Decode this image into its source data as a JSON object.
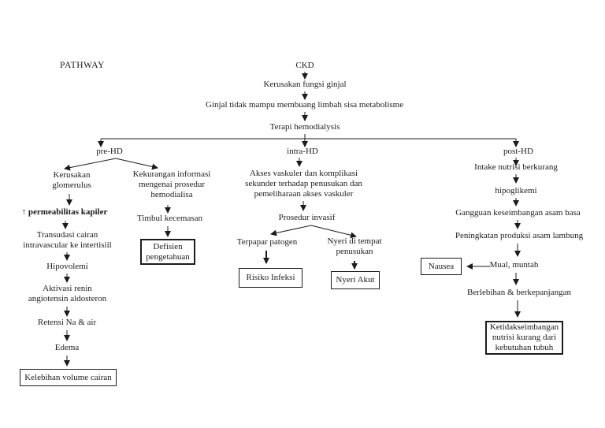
{
  "page": {
    "title": "PATHWAY",
    "background": "#ffffff",
    "ink_color": "#1c1c1c"
  },
  "nodes": {
    "ckd": "CKD",
    "kerusakan_fungsi_ginjal": "Kerusakan fungsi ginjal",
    "ginjal_tidak_mampu": "Ginjal tidak mampu membuang limbah sisa metabolisme",
    "terapi_hemodialysis": "Terapi hemodialysis",
    "pre_hd": "pre-HD",
    "intra_hd": "intra-HD",
    "post_hd": "post-HD",
    "kerusakan_glomerulus": "Kerusakan glomerulus",
    "permeabilitas_kapiler": "↑ permeabilitas kapiler",
    "transudasi_cairan": "Transudasi cairan intravascular ke intertisiil",
    "hipovolemi": "Hipovolemi",
    "aktivasi_renin": "Aktivasi renin angiotensin aldosteron",
    "retensi_na_air": "Retensi Na & air",
    "edema": "Edema",
    "kelebihan_volume_cairan": "Kelebihan volume cairan",
    "kekurangan_informasi": "Kekurangan informasi mengenai prosedur hemodialisa",
    "timbul_kecemasan": "Timbul kecemasan",
    "defisien_pengetahuan": "Defisien pengetahuan",
    "akses_vaskuler": "Akses vaskuler dan komplikasi sekunder terhadap penusukan dan pemeliharaan akses vaskuler",
    "prosedur_invasif": "Prosedur invasif",
    "terpapar_patogen": "Terpapar patogen",
    "risiko_infeksi": "Risiko Infeksi",
    "nyeri_di_tempat_penusukan": "Nyeri di tempat penusukan",
    "nyeri_akut": "Nyeri Akut",
    "intake_nutrisi_berkurang": "Intake nutrisi berkurang",
    "hipoglikemi": "hipoglikemi",
    "gangguan_keseimbangan": "Gangguan keseimbangan asam basa",
    "peningkatan_produksi": "Peningkatan produksi asam lambung",
    "nausea": "Nausea",
    "mual_muntah": "Mual, muntah",
    "berlebihan_berkepanjangan": "Berlebihan & berkepanjangan",
    "ketidakseimbangan_nutrisi": "Ketidakseimbangan nutrisi kurang dari kebutuhan tubuh"
  }
}
